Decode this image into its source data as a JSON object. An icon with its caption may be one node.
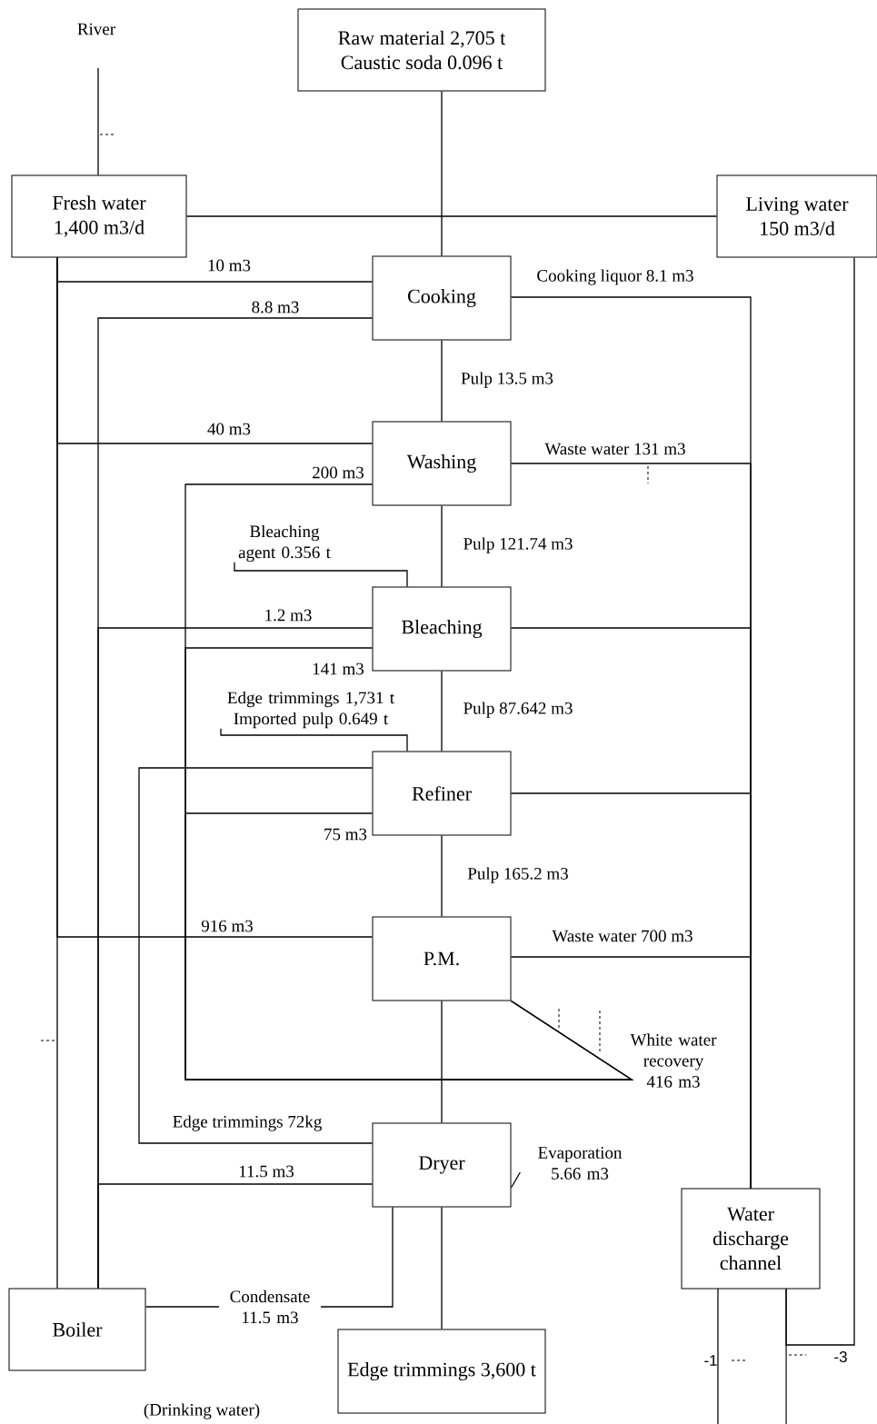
{
  "diagram": {
    "nodes": [
      {
        "text": [
          "Raw material 2,705 t",
          "Caustic soda 0.096 t"
        ]
      },
      {
        "text": [
          "River"
        ]
      },
      {
        "text": [
          "Fresh water",
          "1,400 m3/d"
        ]
      },
      {
        "text": [
          "Living water",
          "150 m3/d"
        ]
      },
      {
        "text": [
          "Cooking"
        ]
      },
      {
        "text": [
          "Washing"
        ]
      },
      {
        "text": [
          "Bleaching agent 0.356 t"
        ]
      },
      {
        "text": [
          "Bleaching"
        ]
      },
      {
        "text": [
          "Edge trimmings 1,731 t",
          "Imported pulp 0.649 t"
        ]
      },
      {
        "text": [
          "Refiner"
        ]
      },
      {
        "text": [
          "P.M."
        ]
      },
      {
        "text": [
          "Dryer"
        ]
      },
      {
        "text": [
          "Evaporation 5.66 m3"
        ]
      },
      {
        "text": [
          "Water discharge channel"
        ]
      },
      {
        "text": [
          "Boiler"
        ]
      },
      {
        "text": [
          "Edge trimmings 3,600 t"
        ]
      }
    ],
    "edges": [
      {
        "from": 1,
        "to": 2,
        "arrow": "none"
      },
      {
        "from": 2,
        "to": 3,
        "arrow": "none"
      },
      {
        "from": 0,
        "to": 4,
        "arrow": "none"
      },
      {
        "from": 2,
        "to": 4,
        "arrow": "none",
        "label": "10 m3"
      },
      {
        "from": 14,
        "to": 4,
        "arrow": "none",
        "label": "8.8 m3"
      },
      {
        "from": 4,
        "to": 13,
        "arrow": "none",
        "label": "Cooking liquor 8.1 m3"
      },
      {
        "from": 4,
        "to": 5,
        "arrow": "none",
        "label": "Pulp 13.5 m3"
      },
      {
        "from": 2,
        "to": 5,
        "arrow": "none",
        "label": "40 m3"
      },
      {
        "from": 10,
        "to": 5,
        "arrow": "none",
        "label": "200 m3"
      },
      {
        "from": 5,
        "to": 13,
        "arrow": "none",
        "label": "Waste water 131 m3"
      },
      {
        "from": 5,
        "to": 7,
        "arrow": "none",
        "label": "Pulp 121.74 m3"
      },
      {
        "from": 6,
        "to": 7,
        "arrow": "none"
      },
      {
        "from": 14,
        "to": 7,
        "arrow": "none",
        "label": "1.2 m3"
      },
      {
        "from": 10,
        "to": 7,
        "arrow": "none",
        "label": "141 m3"
      },
      {
        "from": 7,
        "to": 13,
        "arrow": "none"
      },
      {
        "from": 7,
        "to": 9,
        "arrow": "none",
        "label": "Pulp 87.642 m3"
      },
      {
        "from": 8,
        "to": 9,
        "arrow": "none"
      },
      {
        "from": 11,
        "to": 9,
        "arrow": "none",
        "label": "Edge trimmings 72kg"
      },
      {
        "from": 10,
        "to": 9,
        "arrow": "none",
        "label": "75 m3"
      },
      {
        "from": 9,
        "to": 13,
        "arrow": "none"
      },
      {
        "from": 9,
        "to": 10,
        "arrow": "none",
        "label": "Pulp 165.2 m3"
      },
      {
        "from": 2,
        "to": 10,
        "arrow": "none",
        "label": "916 m3"
      },
      {
        "from": 10,
        "to": 13,
        "arrow": "none",
        "label": "Waste water 700 m3"
      },
      {
        "from": 10,
        "to": 11,
        "arrow": "none"
      },
      {
        "from": 14,
        "to": 11,
        "arrow": "none",
        "label": "11.5 m3"
      },
      {
        "from": 11,
        "to": 12,
        "arrow": "none"
      },
      {
        "from": 2,
        "to": 14,
        "arrow": "none"
      },
      {
        "from": 11,
        "to": 14,
        "arrow": "none",
        "label": "Condensate 11.5 m3"
      },
      {
        "from": 11,
        "to": 15,
        "arrow": "none"
      },
      {
        "from": 3,
        "to": 13,
        "arrow": "none"
      }
    ],
    "labels": [
      "White water recovery 416 m3",
      "-1",
      "-3",
      "(Drinking water)"
    ]
  }
}
